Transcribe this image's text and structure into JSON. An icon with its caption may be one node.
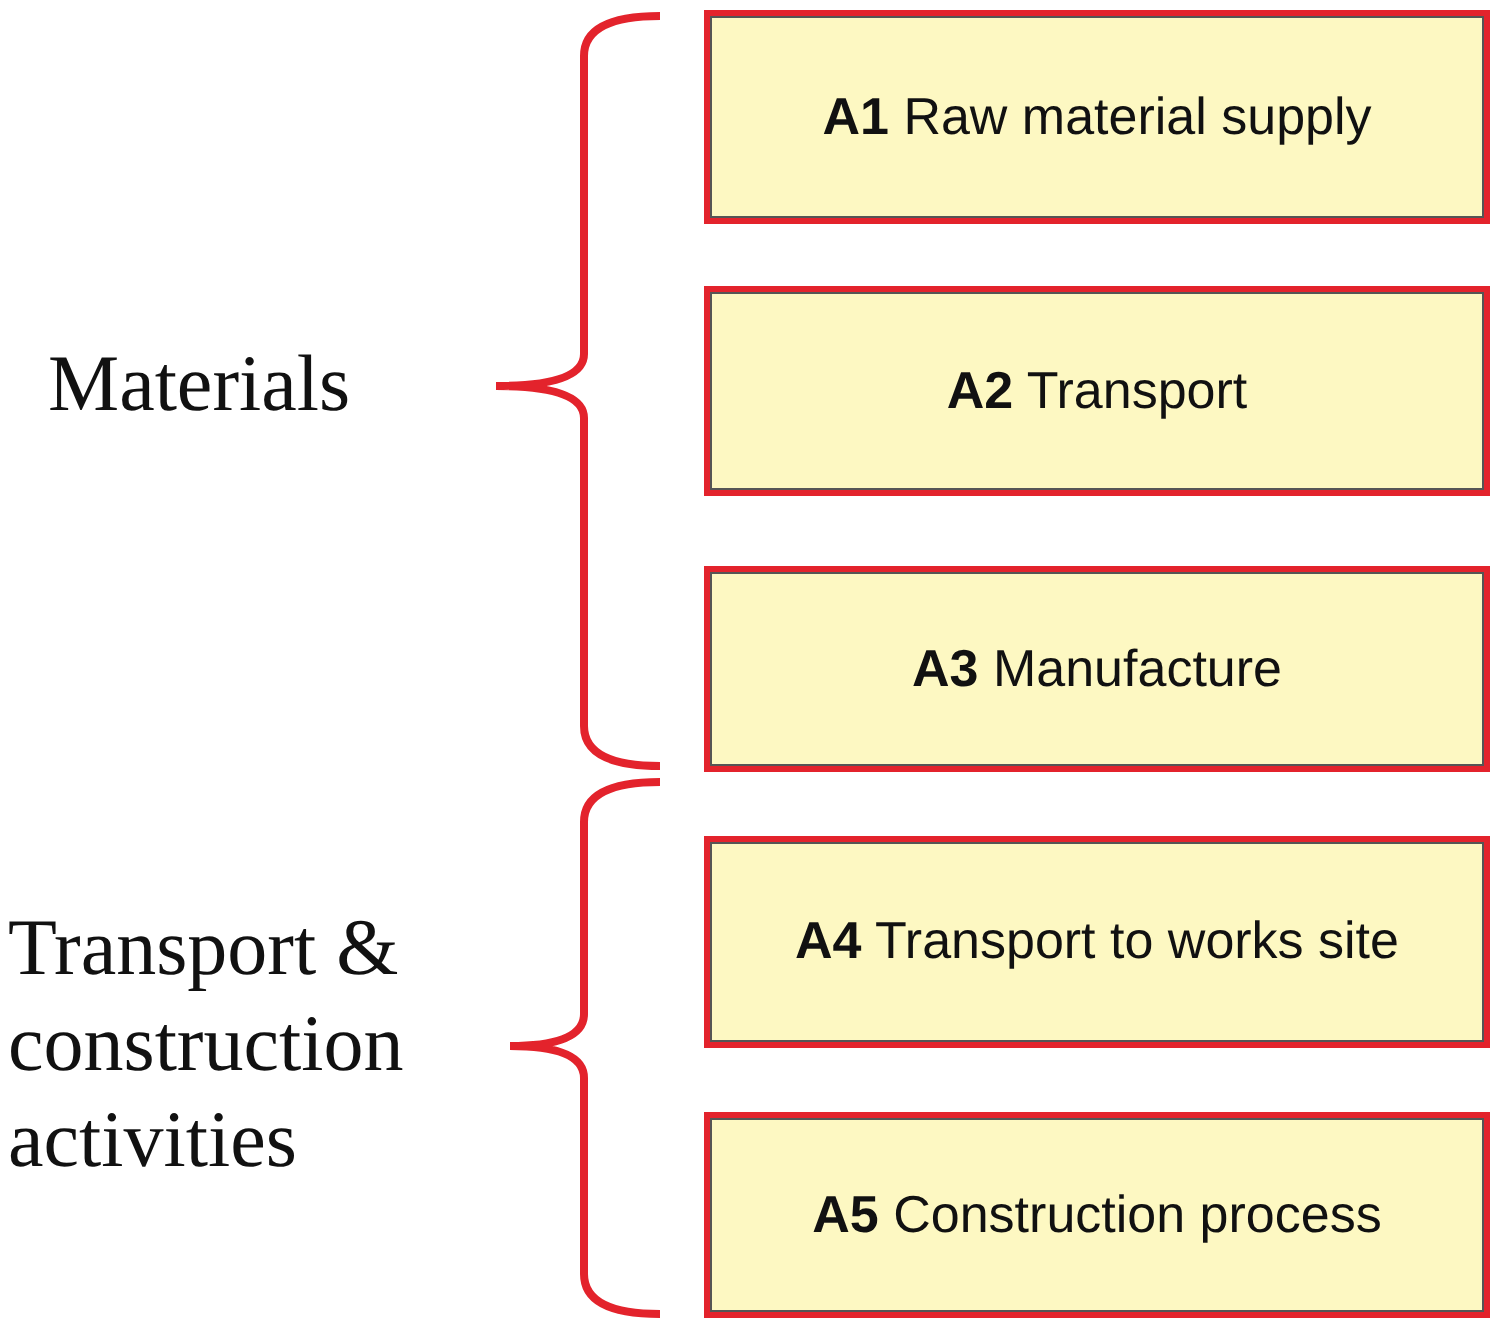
{
  "diagram": {
    "nodes": [
      {
        "text": [
          "**A1** Raw material supply"
        ]
      },
      {
        "text": [
          "**A2** Transport"
        ]
      },
      {
        "text": [
          "**A3** Manufacture"
        ]
      },
      {
        "text": [
          "**A4** Transport to works site"
        ]
      },
      {
        "text": [
          "**A5** Construction process"
        ]
      }
    ],
    "labels": [
      "Materials",
      "Transport & construction activities"
    ]
  }
}
